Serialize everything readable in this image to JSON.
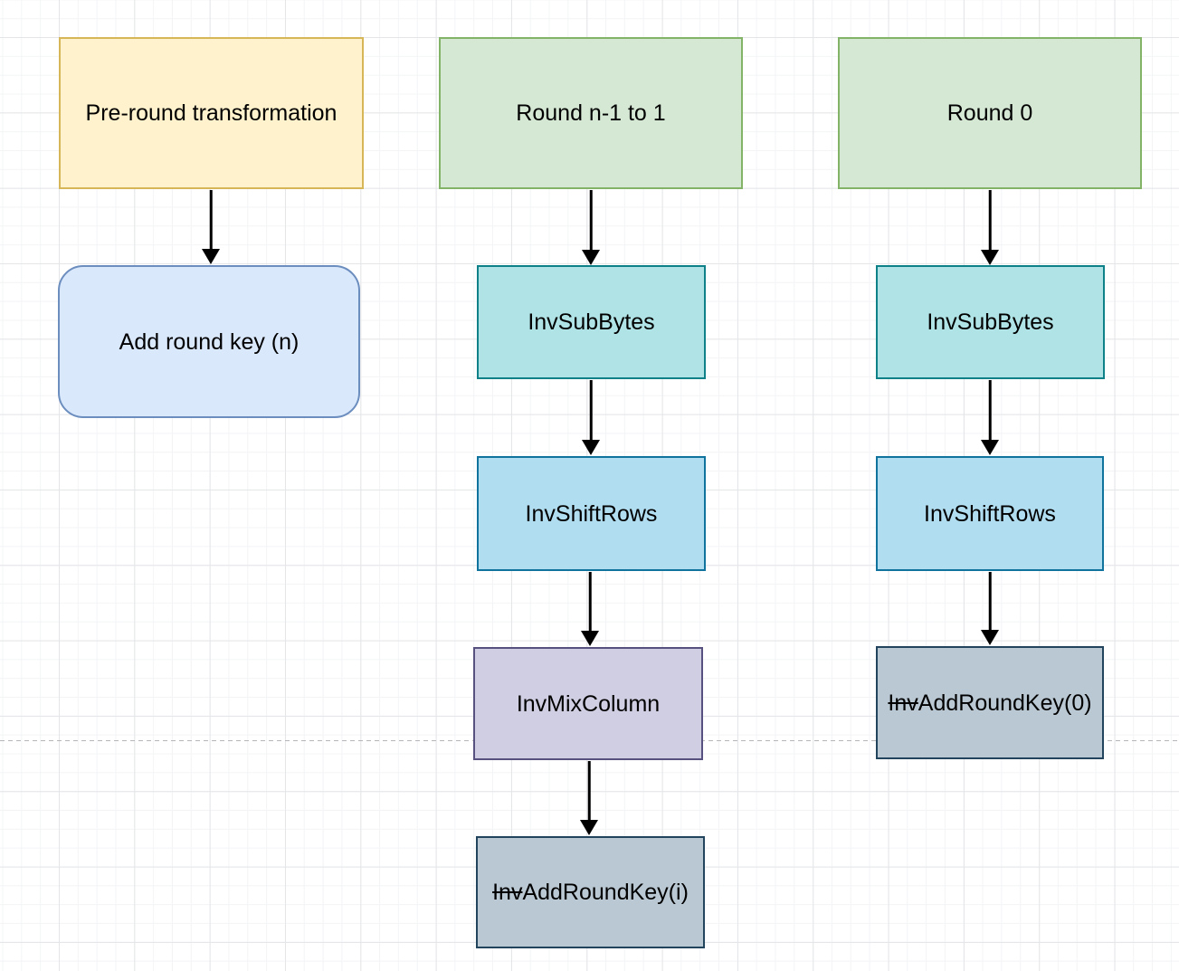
{
  "palette": {
    "yellow": {
      "fill": "#FFF2CC",
      "stroke": "#D6B656"
    },
    "green": {
      "fill": "#D5E8D4",
      "stroke": "#82B366"
    },
    "blue": {
      "fill": "#DAE8FC",
      "stroke": "#6C8EBF"
    },
    "teal": {
      "fill": "#B0E3E6",
      "stroke": "#0E8088"
    },
    "lightblue": {
      "fill": "#B1DDF0",
      "stroke": "#10739E"
    },
    "purple": {
      "fill": "#D0CEE2",
      "stroke": "#56517E"
    },
    "slate": {
      "fill": "#BAC8D3",
      "stroke": "#23445D"
    }
  },
  "canvas": {
    "background": "#FFFFFF",
    "grid_minor_color": "#F3F4F6",
    "grid_major_color": "#E4E5E8",
    "divider_color": "#B5B6BA",
    "arrow_color": "#000000",
    "text_color": "#000000"
  },
  "diagram": {
    "columns": [
      {
        "header": {
          "label": "Pre-round transformation",
          "color": "yellow"
        },
        "steps": [
          {
            "label": "Add round key (n)",
            "color": "blue",
            "shape": "rounded"
          }
        ]
      },
      {
        "header": {
          "label": "Round n-1 to 1",
          "color": "green"
        },
        "steps": [
          {
            "label": "InvSubBytes",
            "color": "teal"
          },
          {
            "label": "InvShiftRows",
            "color": "lightblue"
          },
          {
            "label": "InvMixColumn",
            "color": "purple"
          },
          {
            "label_strike": "Inv",
            "label_rest": "AddRoundKey(i)",
            "color": "slate"
          }
        ]
      },
      {
        "header": {
          "label": "Round 0",
          "color": "green"
        },
        "steps": [
          {
            "label": "InvSubBytes",
            "color": "teal"
          },
          {
            "label": "InvShiftRows",
            "color": "lightblue"
          },
          {
            "label_strike": "Inv",
            "label_rest": "AddRoundKey(0)",
            "color": "slate"
          }
        ]
      }
    ]
  }
}
